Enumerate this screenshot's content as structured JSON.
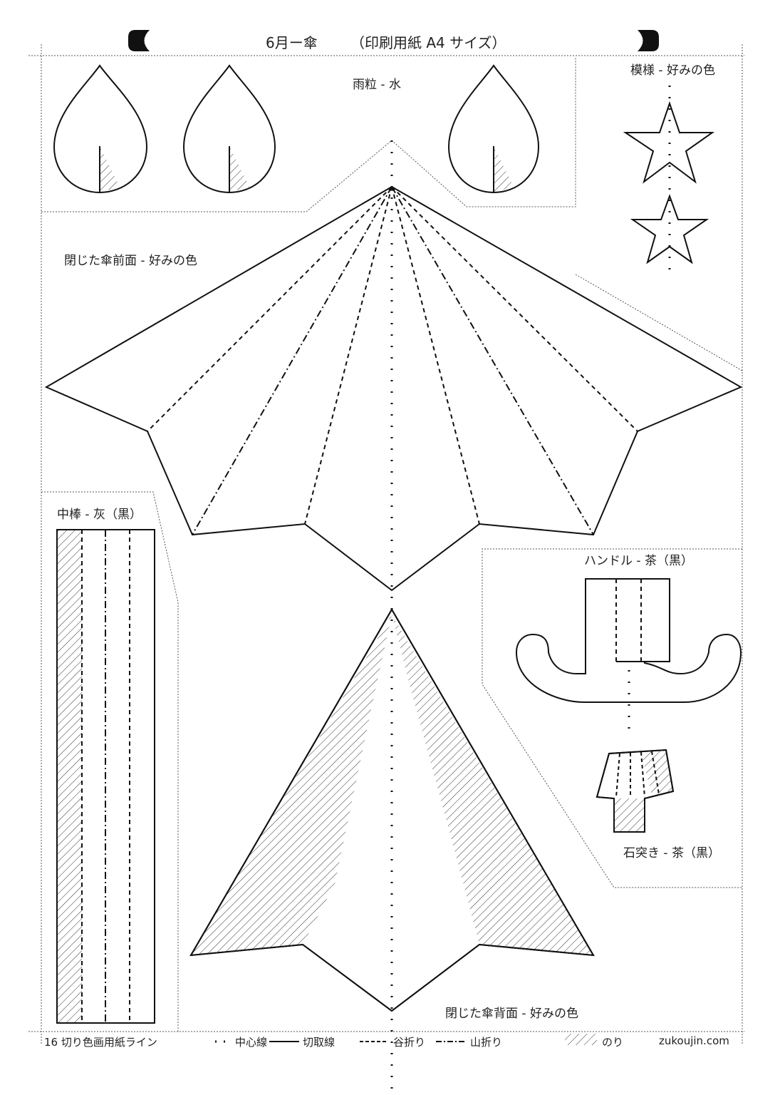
{
  "header": {
    "title": "6月ー傘",
    "subtitle": "（印刷用紙 A4 サイズ）"
  },
  "labels": {
    "raindrop": "雨粒 - 水",
    "pattern": "模様 - 好みの色",
    "front": "閉じた傘前面 - 好みの色",
    "pole": "中棒 - 灰（黒）",
    "handle": "ハンドル - 茶（黒）",
    "tip": "石突き - 茶（黒）",
    "back": "閉じた傘背面 - 好みの色"
  },
  "legend": {
    "paper": "16 切り色画用紙ライン",
    "center": "中心線",
    "cut": "切取線",
    "valley": "谷折り",
    "mountain": "山折り",
    "glue": "のり",
    "site": "zukoujin.com"
  }
}
